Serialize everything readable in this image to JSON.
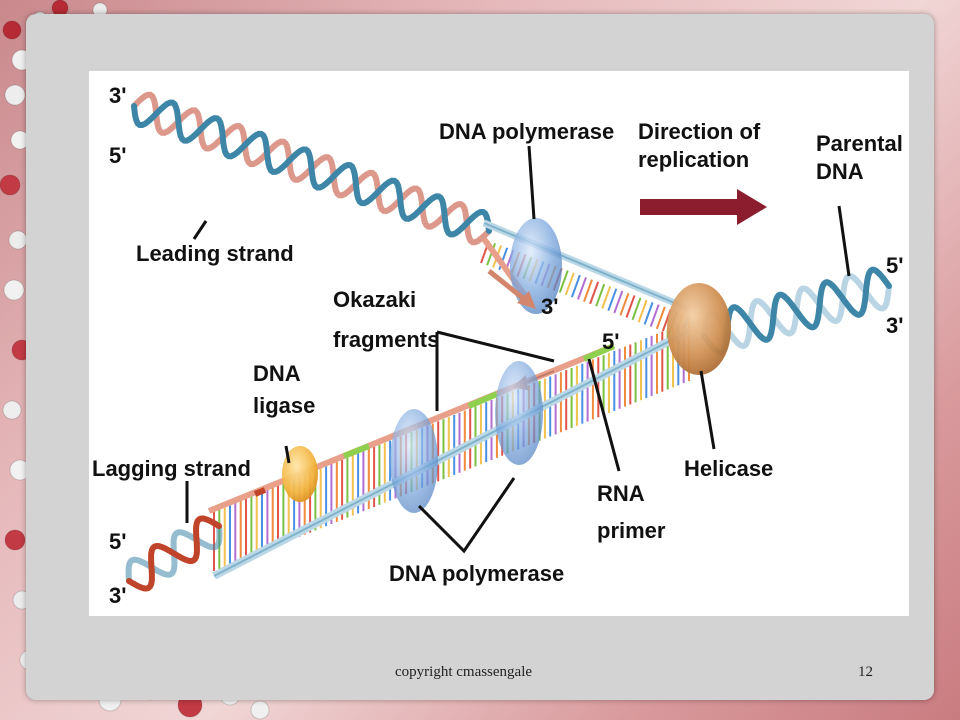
{
  "diagram": {
    "leading_top_3prime": "3'",
    "leading_top_5prime": "5'",
    "leading_strand": "Leading strand",
    "dna_polymerase_top": "DNA polymerase",
    "direction_line1": "Direction of",
    "direction_line2": "replication",
    "parental_line1": "Parental",
    "parental_line2": "DNA",
    "parental_5prime": "5'",
    "parental_3prime": "3'",
    "leading_end_3prime": "3'",
    "okazaki_line1": "Okazaki",
    "okazaki_line2": "fragments",
    "lagging_5prime_mid": "5'",
    "ligase_line1": "DNA",
    "ligase_line2": "ligase",
    "lagging_strand": "Lagging strand",
    "lagging_5prime": "5'",
    "lagging_3prime": "3'",
    "rna_line1": "RNA",
    "rna_line2": "primer",
    "helicase": "Helicase",
    "dna_polymerase_bottom": "DNA polymerase"
  },
  "colors": {
    "strand_red": "#c0442a",
    "strand_blue": "#3e86a8",
    "arrow_maroon": "#8c1d2e",
    "helicase_orange": "#c98a4e",
    "polymerase_blue": "#6f9fd8",
    "ligase_yellow": "#f0b23c",
    "primer_green": "#8fd14f"
  },
  "footer": {
    "copyright": "copyright cmassengale",
    "page_number": "12"
  }
}
